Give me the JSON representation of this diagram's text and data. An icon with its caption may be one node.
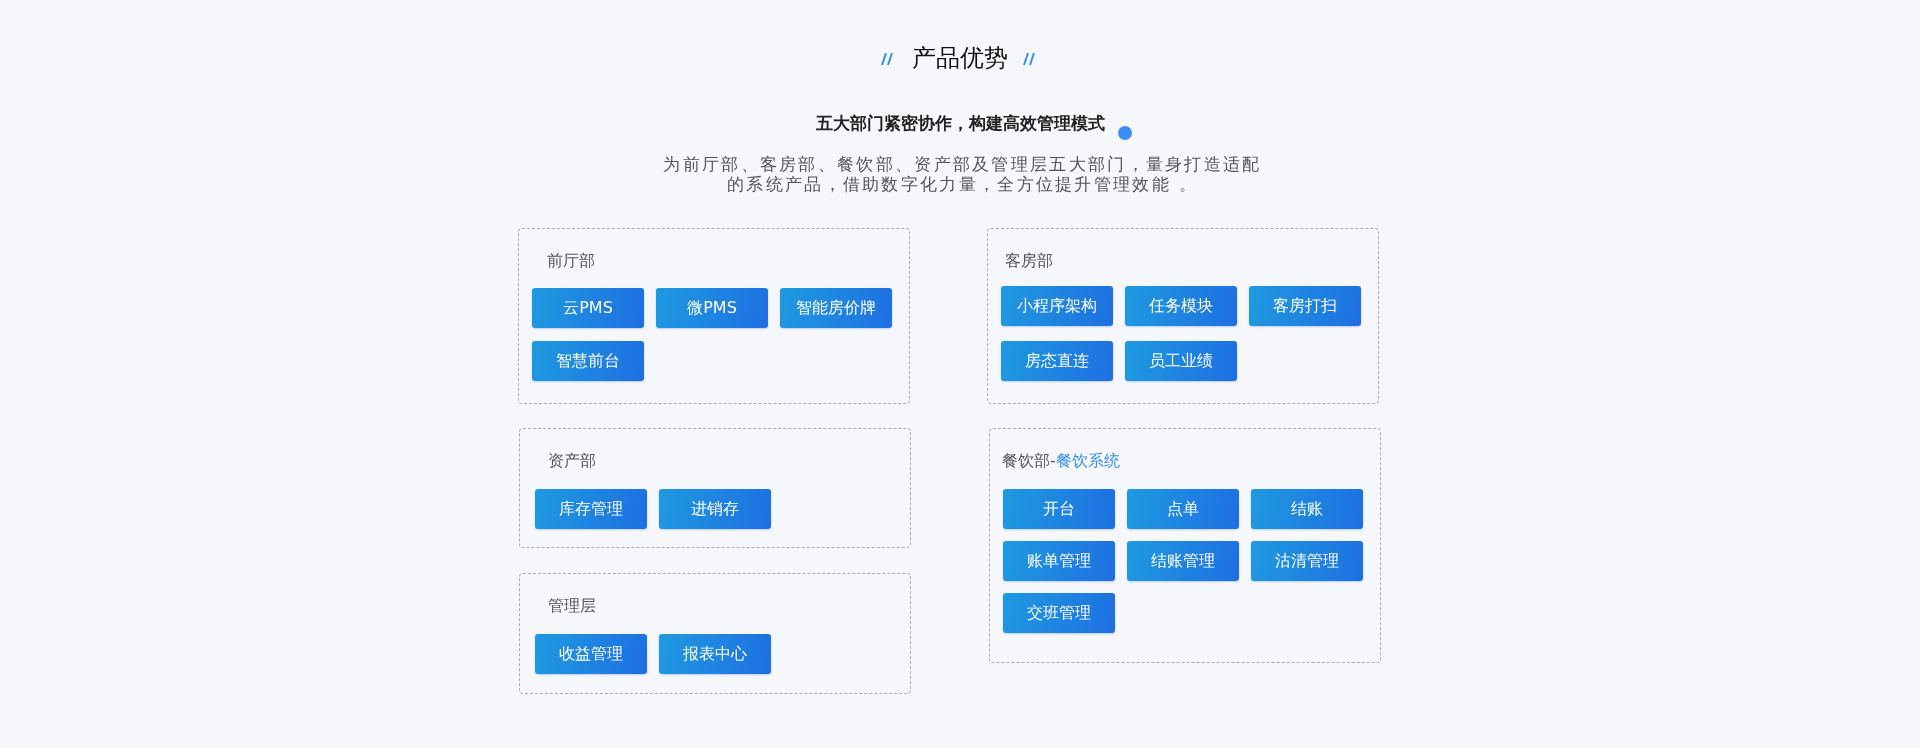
{
  "diagram": {
    "title": "产品优势",
    "nodes": [
      {
        "text": [
          "前厅部"
        ]
      },
      {
        "text": [
          "云PMS"
        ],
        "in": 0
      },
      {
        "text": [
          "微PMS"
        ],
        "in": 0
      },
      {
        "text": [
          "智能房价牌"
        ],
        "in": 0
      },
      {
        "text": [
          "智慧前台"
        ],
        "in": 0
      },
      {
        "text": [
          "客房部"
        ]
      },
      {
        "text": [
          "小程序架构"
        ],
        "in": 5
      },
      {
        "text": [
          "任务模块"
        ],
        "in": 5
      },
      {
        "text": [
          "客房打扫"
        ],
        "in": 5
      },
      {
        "text": [
          "房态直连"
        ],
        "in": 5
      },
      {
        "text": [
          "员工业绩"
        ],
        "in": 5
      },
      {
        "text": [
          "资产部"
        ]
      },
      {
        "text": [
          "库存管理"
        ],
        "in": 11
      },
      {
        "text": [
          "进销存"
        ],
        "in": 11
      },
      {
        "text": [
          "餐饮部-",
          "餐饮系统"
        ]
      },
      {
        "text": [
          "开台"
        ],
        "in": 14
      },
      {
        "text": [
          "点单"
        ],
        "in": 14
      },
      {
        "text": [
          "结账"
        ],
        "in": 14
      },
      {
        "text": [
          "账单管理"
        ],
        "in": 14
      },
      {
        "text": [
          "结账管理"
        ],
        "in": 14
      },
      {
        "text": [
          "沽清管理"
        ],
        "in": 14
      },
      {
        "text": [
          "交班管理"
        ],
        "in": 14
      },
      {
        "text": [
          "管理层"
        ]
      },
      {
        "text": [
          "收益管理"
        ],
        "in": 22
      },
      {
        "text": [
          "报表中心"
        ],
        "in": 22
      }
    ],
    "labels": [
      "五大部门紧密协作，构建高效管理模式",
      "为前厅部、客房部、餐饮部、资产部及管理层五大部门，量身打造适配的系统产品，借助数字化力量，全方位提升管理效能 。"
    ]
  }
}
